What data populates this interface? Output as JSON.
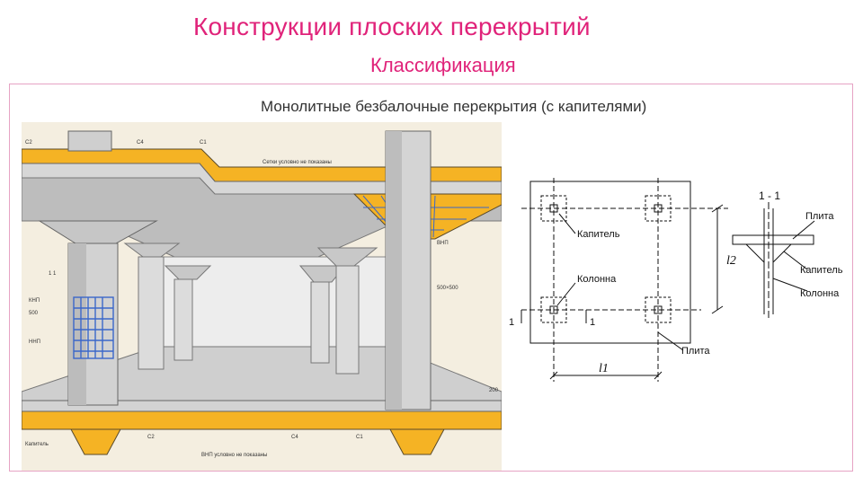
{
  "slide": {
    "title": "Конструкции плоских перекрытий",
    "subtitle": "Классификация",
    "caption": "Монолитные безбалочные перекрытия (с капителями)"
  },
  "illustration": {
    "labels": {
      "c2_top": "С2",
      "c4_top": "С4",
      "c1_top": "С1",
      "grid_note": "Сетки условно не показаны",
      "knp": "КНП",
      "knp_dim": "500",
      "nnp": "ННП",
      "vnp": "ВНП",
      "column_size": "500×500",
      "section_marks": "1 1",
      "slab_dim": "200",
      "kapitel": "Капитель",
      "c2_bottom": "С2",
      "c4_bottom": "С4",
      "c1_bottom": "С1",
      "vnp_note": "ВНП условно не показаны"
    }
  },
  "plan": {
    "labels": {
      "kapitel": "Капитель",
      "kolonna": "Колонна",
      "plita": "Плита",
      "l1": "l1",
      "l2": "l2",
      "section_left": "1",
      "section_right": "1"
    }
  },
  "section": {
    "title": "1 - 1",
    "labels": {
      "plita": "Плита",
      "kapitel": "Капитель",
      "kolonna": "Колонна"
    }
  },
  "colors": {
    "accent": "#e0237a",
    "slab_orange": "#f5b324",
    "concrete": "#c9c9c9",
    "rebar_blue": "#3b67c9"
  }
}
